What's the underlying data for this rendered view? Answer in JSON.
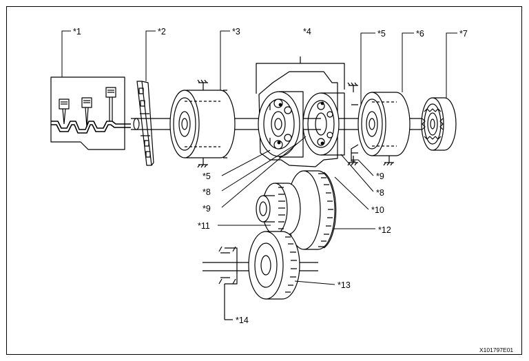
{
  "figure_code": "X101797E01",
  "labels": {
    "c1": "*1",
    "c2": "*2",
    "c3": "*3",
    "c4": "*4",
    "c5": "*5",
    "c6": "*6",
    "c7": "*7",
    "c5b": "*5",
    "c8": "*8",
    "c9": "*9",
    "c11": "*11",
    "c9b": "*9",
    "c8b": "*8",
    "c10": "*10",
    "c12": "*12",
    "c13": "*13",
    "c14": "*14"
  },
  "colors": {
    "line": "#000000",
    "fill": "#ffffff"
  }
}
